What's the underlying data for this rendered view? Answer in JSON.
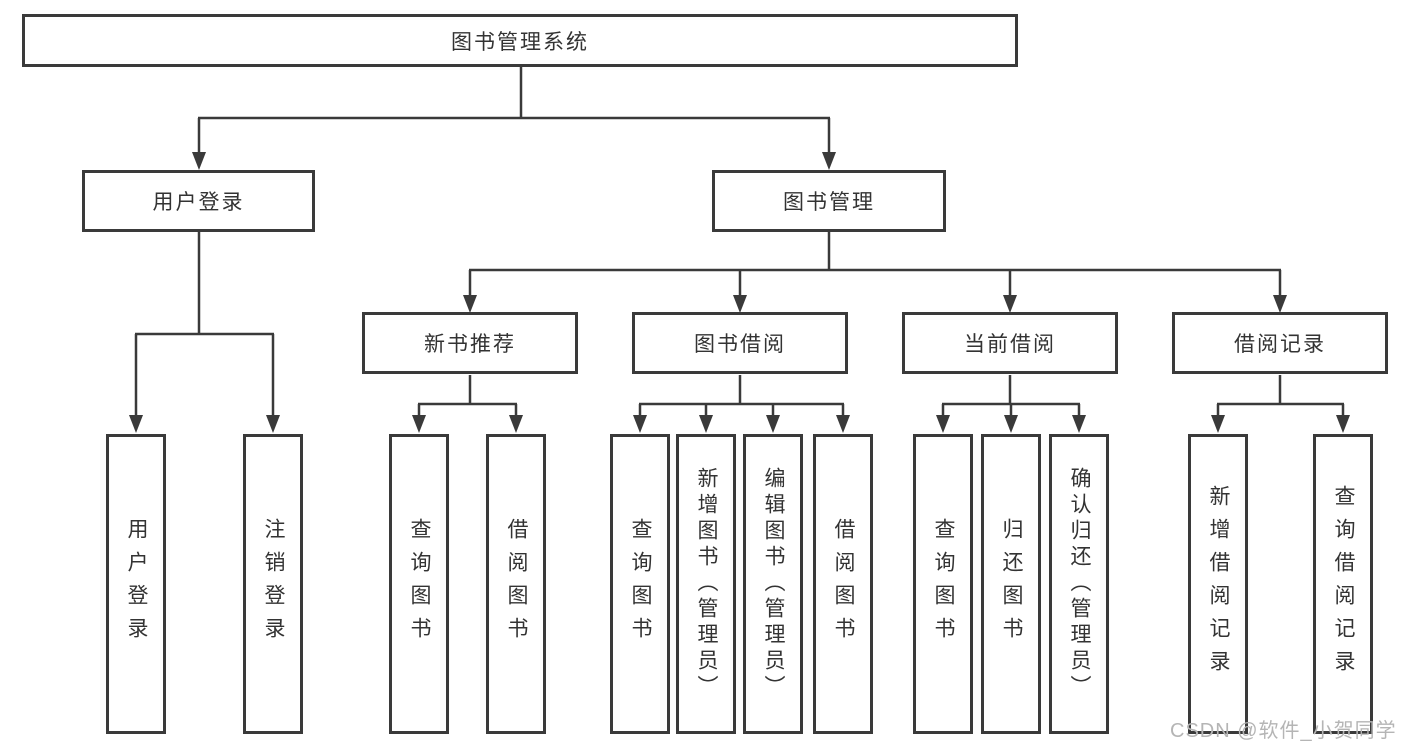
{
  "tree": {
    "root": {
      "label": "图书管理系统"
    },
    "branches": [
      {
        "label": "用户登录",
        "children": [
          {
            "label": "用户登录"
          },
          {
            "label": "注销登录"
          }
        ]
      },
      {
        "label": "图书管理",
        "children": [
          {
            "label": "新书推荐",
            "children": [
              {
                "label": "查询图书"
              },
              {
                "label": "借阅图书"
              }
            ]
          },
          {
            "label": "图书借阅",
            "children": [
              {
                "label": "查询图书"
              },
              {
                "label": "新增图书（管理员）"
              },
              {
                "label": "编辑图书（管理员）"
              },
              {
                "label": "借阅图书"
              }
            ]
          },
          {
            "label": "当前借阅",
            "children": [
              {
                "label": "查询图书"
              },
              {
                "label": "归还图书"
              },
              {
                "label": "确认归还（管理员）"
              }
            ]
          },
          {
            "label": "借阅记录",
            "children": [
              {
                "label": "新增借阅记录"
              },
              {
                "label": "查询借阅记录"
              }
            ]
          }
        ]
      }
    ]
  },
  "watermark": {
    "text": "CSDN @软件_小贺同学"
  },
  "colors": {
    "line": "#3a3a3a",
    "box_border": "#3a3a3a",
    "text": "#333333",
    "watermark": "#b5b5b5",
    "background": "#ffffff"
  }
}
